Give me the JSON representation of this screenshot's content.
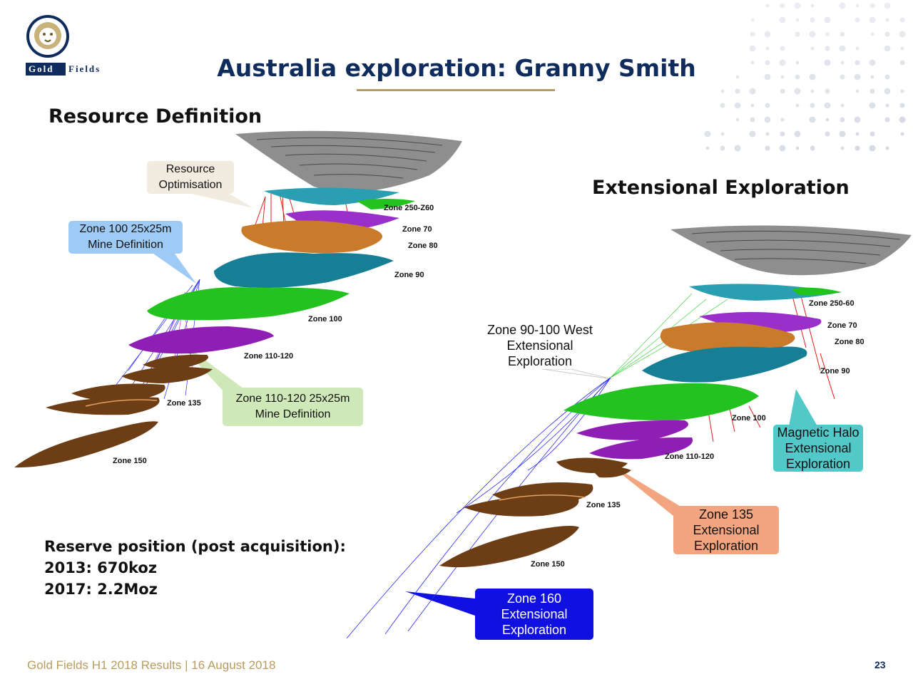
{
  "brand": {
    "logo_word_gold": "Gold",
    "logo_word_fields": "Fields",
    "navy": "#0f2c5c",
    "gold": "#b89b5e"
  },
  "title": "Australia exploration: Granny Smith",
  "section_left": "Resource Definition",
  "section_right": "Extensional Exploration",
  "left_callouts": {
    "resource_optimisation": [
      "Resource",
      "Optimisation"
    ],
    "zone100_mine_def": [
      "Zone 100 25x25m",
      "Mine Definition"
    ],
    "zone110_mine_def": [
      "Zone 110-120 25x25m",
      "Mine Definition"
    ]
  },
  "right_callouts": {
    "zone90_100_west": [
      "Zone 90-100 West",
      "Extensional",
      "Exploration"
    ],
    "magnetic_halo": [
      "Magnetic Halo",
      "Extensional",
      "Exploration"
    ],
    "zone135": [
      "Zone 135",
      "Extensional",
      "Exploration"
    ],
    "zone160": [
      "Zone 160",
      "Extensional",
      "Exploration"
    ]
  },
  "left_zone_labels": {
    "z250": "Zone 250-Z60",
    "z70": "Zone 70",
    "z80": "Zone 80",
    "z90": "Zone 90",
    "z100": "Zone 100",
    "z110": "Zone 110-120",
    "z135": "Zone 135",
    "z150": "Zone 150"
  },
  "right_zone_labels": {
    "z250": "Zone 250-60",
    "z70": "Zone 70",
    "z80": "Zone 80",
    "z90": "Zone 90",
    "z100": "Zone 100",
    "z110": "Zone 110-120",
    "z135": "Zone 135",
    "z150": "Zone 150"
  },
  "reserve": {
    "heading": "Reserve position (post acquisition):",
    "line_2013": "2013: 670koz",
    "line_2017": "2017: 2.2Moz"
  },
  "footer": "Gold Fields H1 2018 Results | 16 August 2018",
  "page_number": "23",
  "colors": {
    "pit": "#8e8e8e",
    "zone250": "#2a9fb2",
    "zone70": "#9b2fc9",
    "zone80": "#c97a2a",
    "zone90": "#177f95",
    "zone100": "#22c21f",
    "zone110": "#8f1fb4",
    "zone135": "#6d3e15",
    "callout_beige": "#f2ece0",
    "callout_blue": "#9ecbf5",
    "callout_green": "#cfe8b8",
    "callout_teal": "#52c8c8",
    "callout_salmon": "#f2a57e",
    "callout_navy": "#1010e0"
  }
}
